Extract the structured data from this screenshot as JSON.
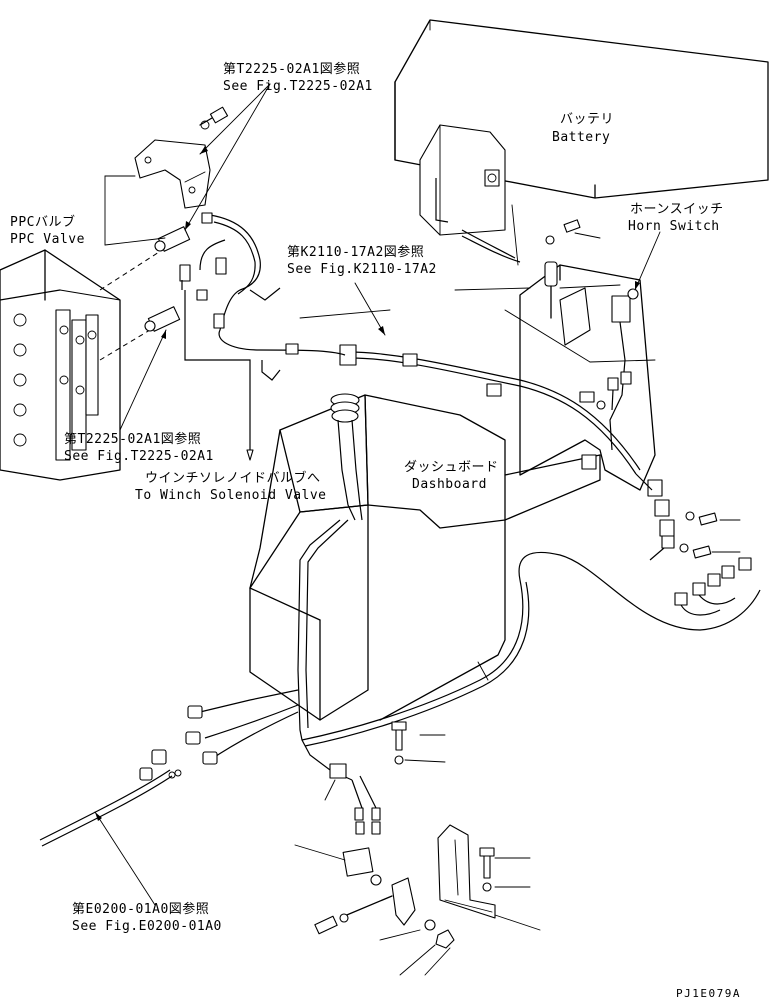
{
  "labels": {
    "ref_top_ja": "第T2225-02A1図参照",
    "ref_top_en": "See Fig.T2225-02A1",
    "ppc_ja": "PPCバルブ",
    "ppc_en": "PPC Valve",
    "ref_mid_ja": "第K2110-17A2図参照",
    "ref_mid_en": "See Fig.K2110-17A2",
    "battery_ja": "バッテリ",
    "battery_en": "Battery",
    "horn_ja": "ホーンスイッチ",
    "horn_en": "Horn Switch",
    "ref_left_ja": "第T2225-02A1図参照",
    "ref_left_en": "See Fig.T2225-02A1",
    "winch_ja": "ウインチソレノイドバルブへ",
    "winch_en": "To Winch Solenoid Valve",
    "dash_ja": "ダッシュボード",
    "dash_en": "Dashboard",
    "ref_bottom_ja": "第E0200-01A0図参照",
    "ref_bottom_en": "See Fig.E0200-01A0",
    "drawing_id": "PJ1E079A"
  },
  "colors": {
    "ink": "#000000",
    "paper": "#ffffff"
  }
}
